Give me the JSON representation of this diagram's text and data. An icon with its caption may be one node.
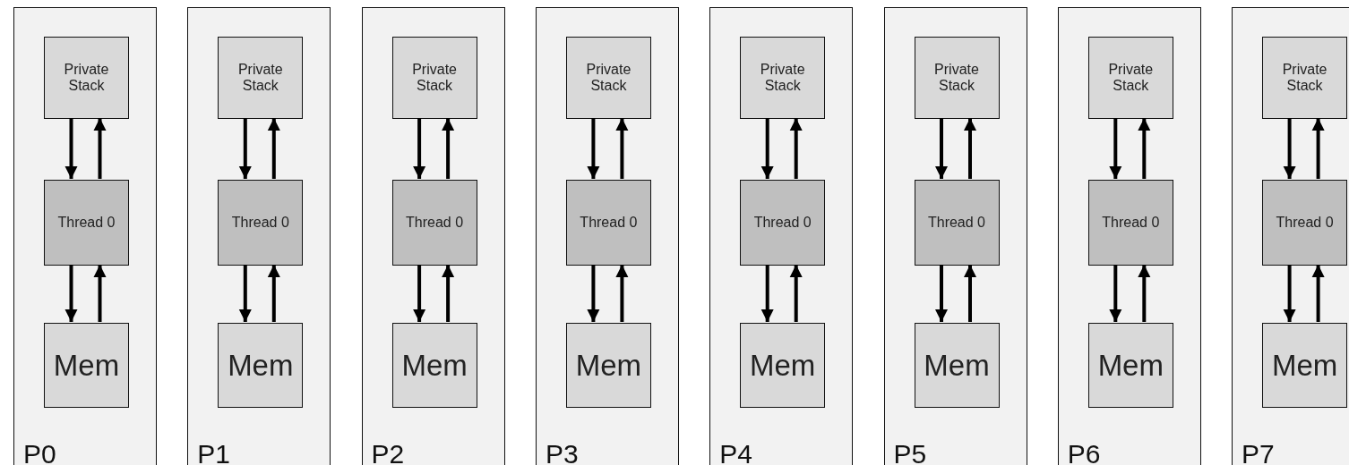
{
  "diagram": {
    "nodes": [
      {
        "text": [
          "P0"
        ]
      },
      {
        "text": [
          "Private Stack"
        ],
        "in": 0
      },
      {
        "text": [
          "Thread 0"
        ],
        "in": 0
      },
      {
        "text": [
          "Mem"
        ],
        "in": 0
      },
      {
        "text": [
          "P1"
        ]
      },
      {
        "text": [
          "Private Stack"
        ],
        "in": 4
      },
      {
        "text": [
          "Thread 0"
        ],
        "in": 4
      },
      {
        "text": [
          "Mem"
        ],
        "in": 4
      },
      {
        "text": [
          "P2"
        ]
      },
      {
        "text": [
          "Private Stack"
        ],
        "in": 8
      },
      {
        "text": [
          "Thread 0"
        ],
        "in": 8
      },
      {
        "text": [
          "Mem"
        ],
        "in": 8
      },
      {
        "text": [
          "P3"
        ]
      },
      {
        "text": [
          "Private Stack"
        ],
        "in": 12
      },
      {
        "text": [
          "Thread 0"
        ],
        "in": 12
      },
      {
        "text": [
          "Mem"
        ],
        "in": 12
      },
      {
        "text": [
          "P4"
        ]
      },
      {
        "text": [
          "Private Stack"
        ],
        "in": 16
      },
      {
        "text": [
          "Thread 0"
        ],
        "in": 16
      },
      {
        "text": [
          "Mem"
        ],
        "in": 16
      },
      {
        "text": [
          "P5"
        ]
      },
      {
        "text": [
          "Private Stack"
        ],
        "in": 20
      },
      {
        "text": [
          "Thread 0"
        ],
        "in": 20
      },
      {
        "text": [
          "Mem"
        ],
        "in": 20
      },
      {
        "text": [
          "P6"
        ]
      },
      {
        "text": [
          "Private Stack"
        ],
        "in": 24
      },
      {
        "text": [
          "Thread 0"
        ],
        "in": 24
      },
      {
        "text": [
          "Mem"
        ],
        "in": 24
      },
      {
        "text": [
          "P7"
        ]
      },
      {
        "text": [
          "Private Stack"
        ],
        "in": 28
      },
      {
        "text": [
          "Thread 0"
        ],
        "in": 28
      },
      {
        "text": [
          "Mem"
        ],
        "in": 28
      }
    ],
    "edges": [
      {
        "from": 1,
        "to": 2,
        "arrow": "to"
      },
      {
        "from": 2,
        "to": 1,
        "arrow": "to"
      },
      {
        "from": 2,
        "to": 3,
        "arrow": "to"
      },
      {
        "from": 3,
        "to": 2,
        "arrow": "to"
      },
      {
        "from": 5,
        "to": 6,
        "arrow": "to"
      },
      {
        "from": 6,
        "to": 5,
        "arrow": "to"
      },
      {
        "from": 6,
        "to": 7,
        "arrow": "to"
      },
      {
        "from": 7,
        "to": 6,
        "arrow": "to"
      },
      {
        "from": 9,
        "to": 10,
        "arrow": "to"
      },
      {
        "from": 10,
        "to": 9,
        "arrow": "to"
      },
      {
        "from": 10,
        "to": 11,
        "arrow": "to"
      },
      {
        "from": 11,
        "to": 10,
        "arrow": "to"
      },
      {
        "from": 13,
        "to": 14,
        "arrow": "to"
      },
      {
        "from": 14,
        "to": 13,
        "arrow": "to"
      },
      {
        "from": 14,
        "to": 15,
        "arrow": "to"
      },
      {
        "from": 15,
        "to": 14,
        "arrow": "to"
      },
      {
        "from": 17,
        "to": 18,
        "arrow": "to"
      },
      {
        "from": 18,
        "to": 17,
        "arrow": "to"
      },
      {
        "from": 18,
        "to": 19,
        "arrow": "to"
      },
      {
        "from": 19,
        "to": 18,
        "arrow": "to"
      },
      {
        "from": 21,
        "to": 22,
        "arrow": "to"
      },
      {
        "from": 22,
        "to": 21,
        "arrow": "to"
      },
      {
        "from": 22,
        "to": 23,
        "arrow": "to"
      },
      {
        "from": 23,
        "to": 22,
        "arrow": "to"
      },
      {
        "from": 25,
        "to": 26,
        "arrow": "to"
      },
      {
        "from": 26,
        "to": 25,
        "arrow": "to"
      },
      {
        "from": 26,
        "to": 27,
        "arrow": "to"
      },
      {
        "from": 27,
        "to": 26,
        "arrow": "to"
      },
      {
        "from": 29,
        "to": 30,
        "arrow": "to"
      },
      {
        "from": 30,
        "to": 29,
        "arrow": "to"
      },
      {
        "from": 30,
        "to": 31,
        "arrow": "to"
      },
      {
        "from": 31,
        "to": 30,
        "arrow": "to"
      }
    ]
  }
}
